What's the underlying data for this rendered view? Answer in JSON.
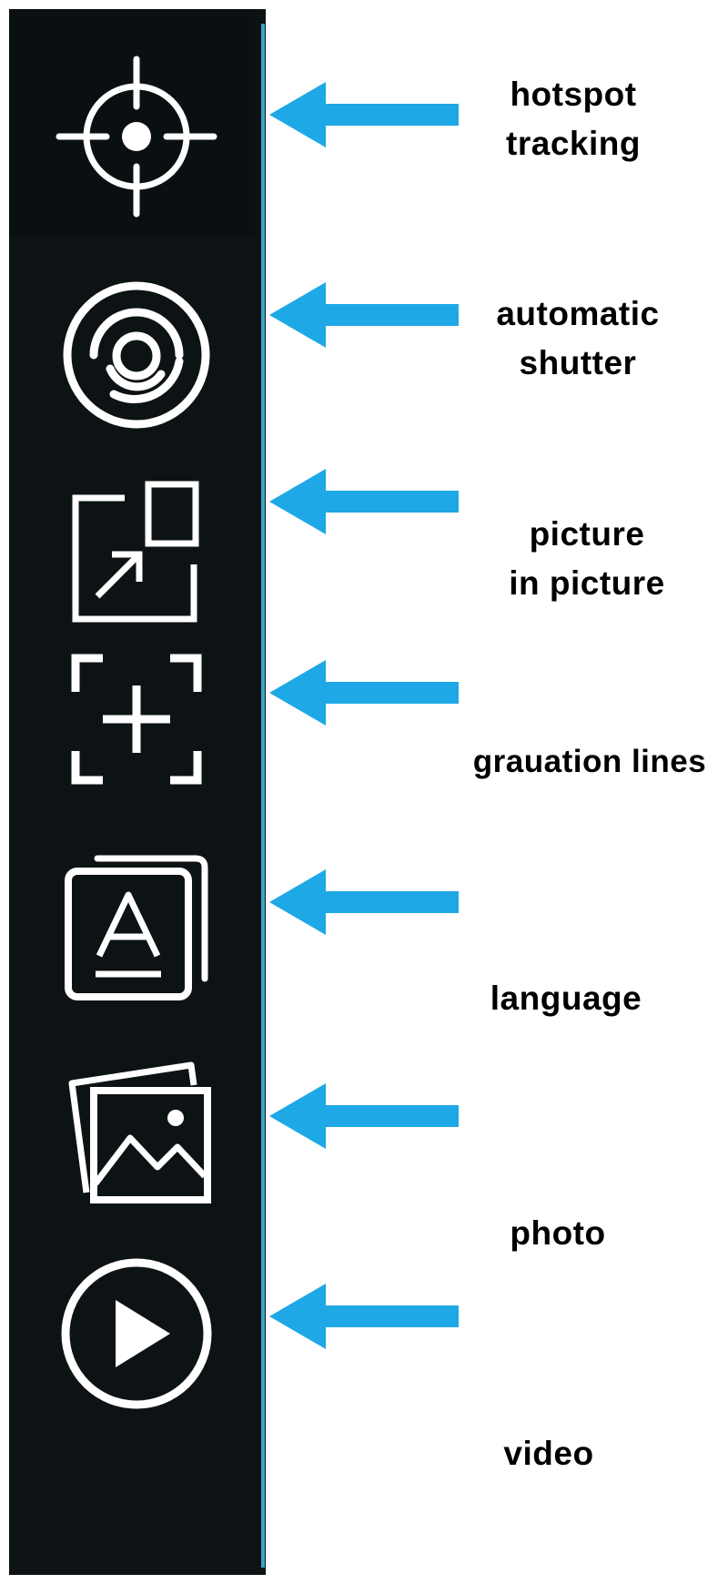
{
  "sidebar": {
    "edge_color": "#38a7c4",
    "background_color": "#0d1215",
    "icon_color": "#ffffff",
    "items": [
      {
        "icon": "crosshair-icon",
        "label": "hotspot\ntracking"
      },
      {
        "icon": "shutter-icon",
        "label": "automatic\n  shutter"
      },
      {
        "icon": "picture-in-picture-icon",
        "label": "picture\n in picture"
      },
      {
        "icon": "graduation-lines-icon",
        "label": "grauation lines"
      },
      {
        "icon": "language-icon",
        "label": "language"
      },
      {
        "icon": "photo-icon",
        "label": "photo"
      },
      {
        "icon": "video-play-icon",
        "label": "video"
      }
    ]
  },
  "callouts": {
    "arrow_color": "#1fa8e6",
    "arrow_direction": "left"
  }
}
